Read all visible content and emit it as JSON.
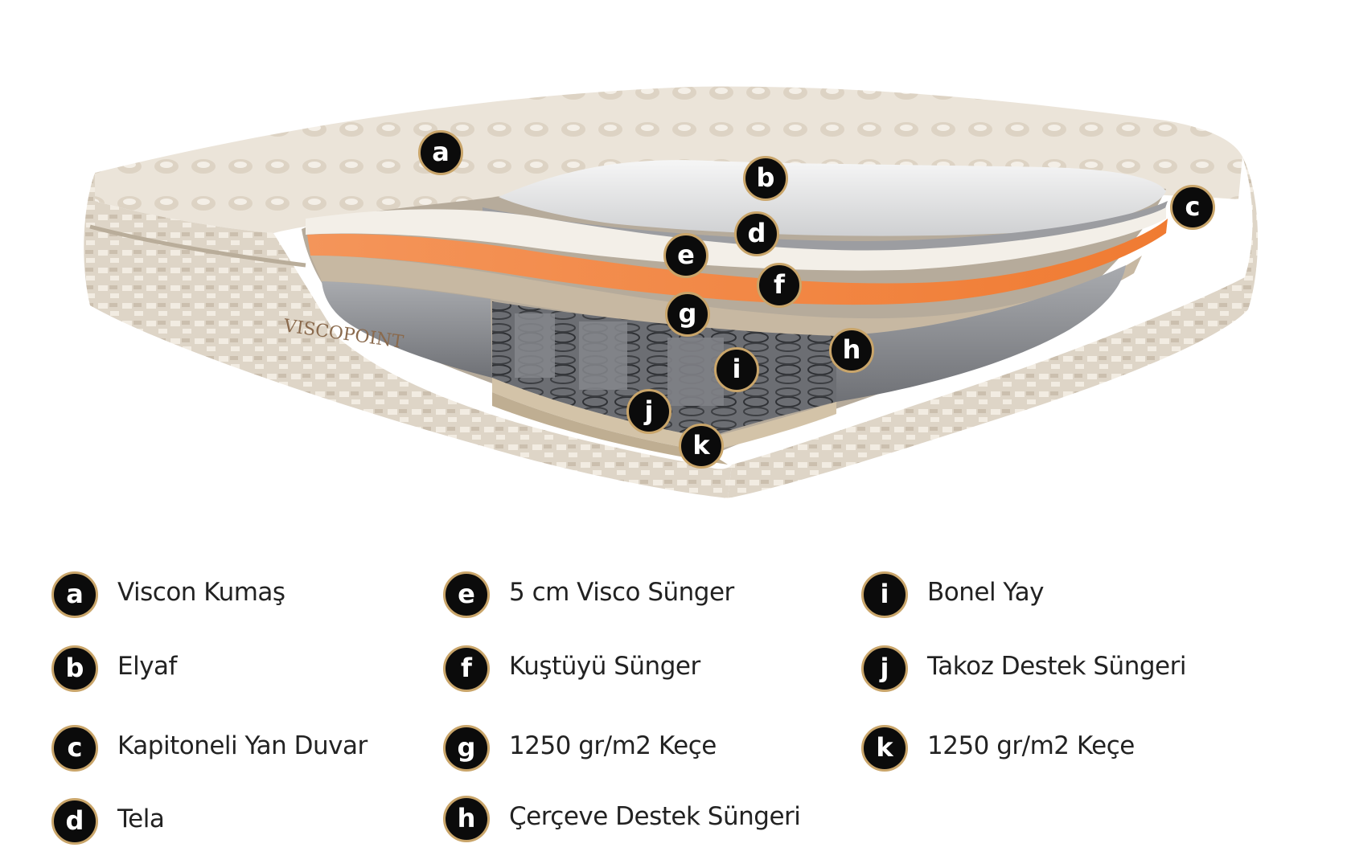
{
  "brand_text": "VISCOPOINT",
  "colors": {
    "fabric": "#e9e1d6",
    "fabric_shade": "#cfc4b4",
    "orange_layer": "#f08a4b",
    "gray_foam": "#8e9095",
    "badge_fill": "#0b0b0b",
    "badge_ring": "#c9a56a"
  },
  "markers": [
    {
      "letter": "a"
    },
    {
      "letter": "b"
    },
    {
      "letter": "c"
    },
    {
      "letter": "d"
    },
    {
      "letter": "e"
    },
    {
      "letter": "f"
    },
    {
      "letter": "g"
    },
    {
      "letter": "h"
    },
    {
      "letter": "i"
    },
    {
      "letter": "j"
    },
    {
      "letter": "k"
    }
  ],
  "legend": [
    {
      "letter": "a",
      "label": "Viscon Kumaş"
    },
    {
      "letter": "b",
      "label": "Elyaf"
    },
    {
      "letter": "c",
      "label": "Kapitoneli Yan Duvar"
    },
    {
      "letter": "d",
      "label": "Tela"
    },
    {
      "letter": "e",
      "label": "5 cm Visco Sünger"
    },
    {
      "letter": "f",
      "label": "Kuştüyü Sünger"
    },
    {
      "letter": "g",
      "label": "1250 gr/m2 Keçe"
    },
    {
      "letter": "h",
      "label": "Çerçeve Destek Süngeri"
    },
    {
      "letter": "i",
      "label": "Bonel Yay"
    },
    {
      "letter": "j",
      "label": "Takoz Destek Süngeri"
    },
    {
      "letter": "k",
      "label": "1250 gr/m2 Keçe"
    }
  ]
}
